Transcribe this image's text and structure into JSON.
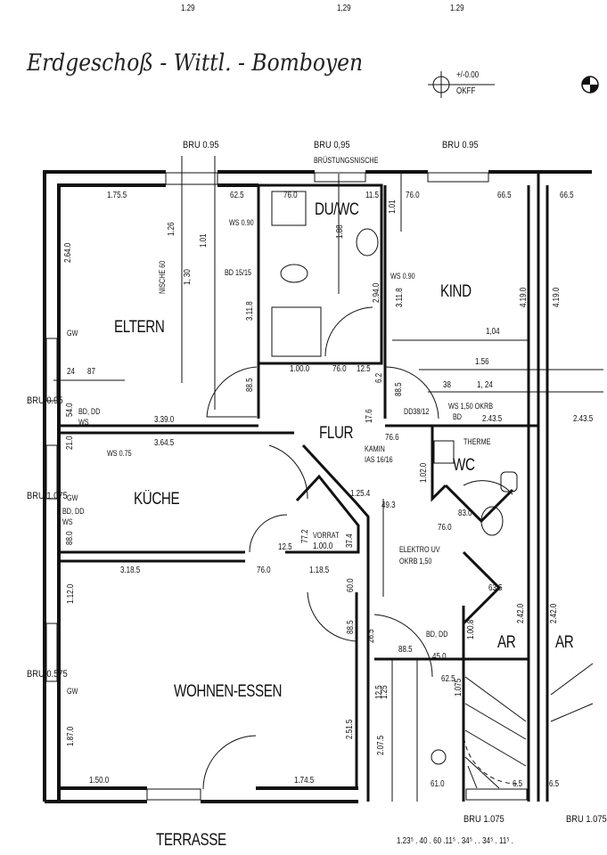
{
  "title_handwritten": "Erdgeschoß - Wittl. - Bomboyen",
  "level_marker": {
    "value": "+/-0.00",
    "reference": "OKFF"
  },
  "top_dimensions": [
    "1.29",
    "1,29",
    "1.29"
  ],
  "rooms": {
    "eltern": "ELTERN",
    "du_wc": "DU/WC",
    "kind": "KIND",
    "flur": "FLUR",
    "kueche": "KÜCHE",
    "wc": "WC",
    "wohnen_essen": "WOHNEN-ESSEN",
    "vorrat": "VORRAT",
    "ar_left": "AR",
    "ar_right": "AR",
    "terrasse": "TERRASSE"
  },
  "window_labels": {
    "top_eltern": "BRU 0.95",
    "top_duwc": "BRU 0,95",
    "top_duwc_sub": "BRÜSTUNGSNISCHE",
    "top_kind": "BRU 0.95",
    "left_eltern": "BRU 0.95",
    "left_kueche": "BRU 1.075",
    "left_wohnen": "BRU 0.575",
    "bottom_stair_1": "BRU 1.075",
    "bottom_stair_2": "BRU 1.075"
  },
  "annotations": {
    "kamin": "KAMIN",
    "las": "IAS 16/16",
    "elektro": "ELEKTRO UV",
    "okrb": "OKRB 1,50",
    "ws150": "WS 1,50 OKRB",
    "bd": "BD",
    "dd38": "DD38/12",
    "therme": "THERME",
    "nische": "NISCHE 60",
    "gw": "GW",
    "bd_dd": "BD, DD",
    "ws": "WS",
    "bd_ws075": "WS 0.75",
    "bd1515": "BD 15/15",
    "ws090": "WS 0.90"
  },
  "dimensions": {
    "eltern_w": "1.75.5",
    "eltern_h": "2.64.0",
    "eltern_right": "62.5",
    "eltern_inner": "3.11.8",
    "eltern_126": "1.26",
    "eltern_101": "1.01",
    "eltern_130": "1, 30",
    "eltern_24": "24",
    "eltern_875": "87",
    "duwc_76": "76.0",
    "duwc_115": "11.5",
    "duwc_188": "1.88",
    "duwc_294": "2.94.0",
    "duwc_100": "1.00.0",
    "duwc_bottom76": "76.0",
    "duwc_125": "12.5",
    "kind_76": "76.0",
    "kind_665": "66.5",
    "kind_665b": "66.5",
    "kind_h": "4.19.0",
    "kind_h2": "4.19.0",
    "kind_311": "3.11.8",
    "kind_101": "1.01",
    "kind_1045": "1,04",
    "kind_156": "1.56",
    "kind_124": "1, 24",
    "kind_38": "38",
    "flur_885": "88.5",
    "flur_62": "6.2",
    "flur_176": "17.6",
    "flur_766": "76.6",
    "flur_2435": "2.43.5",
    "flur_2435b": "2.43.5",
    "kueche_339": "3.39.0",
    "kueche_3645": "3.64.5",
    "kueche_540": "54.0",
    "kueche_210": "21.0",
    "kueche_880": "88.0",
    "kueche_885": "88.5",
    "kueche_125": "12.5",
    "kueche_1254": "1.25.4",
    "wc_1020": "1.02.0",
    "wc_760": "76.0",
    "wc_830": "83.0",
    "wc_493": "49.3",
    "vorrat_772": "77.2",
    "vorrat_374": "37.4",
    "vorrat_100": "1.00.0",
    "wohnen_3185": "3.18.5",
    "wohnen_760": "76.0",
    "wohnen_1185": "1.18.5",
    "wohnen_600": "60.0",
    "wohnen_885": "88.5",
    "wohnen_1120": "1.12.0",
    "wohnen_1870": "1.87.0",
    "wohnen_2515": "2.51.5",
    "wohnen_1500": "1.50.0",
    "wohnen_1745": "1.74.5",
    "stair_885": "88.5",
    "stair_450": "45.0",
    "stair_625": "62.5",
    "stair_265": "26.5",
    "stair_125": "12.5",
    "stair_1_25": "1.25",
    "stair_2075": "2.07.5",
    "stair_610": "61.0",
    "stair_65": "6.5",
    "stair_1075": "1.075",
    "ar_2420": "2.42.0",
    "ar_1008": "1.00.8",
    "ar_635": "63.5"
  },
  "bottom_dimensions": "1.23⁵   . 40 . 60 .11⁵ . 34⁵ .    . 34⁵ . 11⁵ ."
}
